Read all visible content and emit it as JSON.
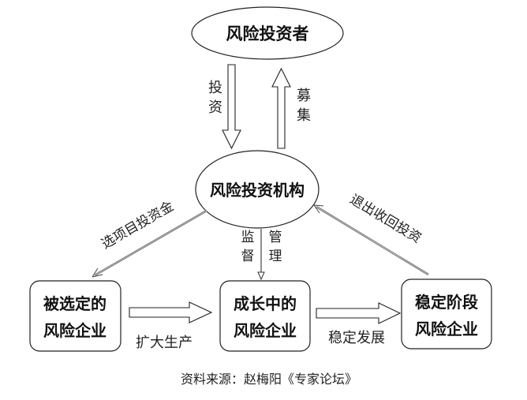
{
  "diagram": {
    "nodes": {
      "investor": "风险投资者",
      "institution": "风险投资机构",
      "selected_enterprise": [
        "被选定的",
        "风险企业"
      ],
      "growing_enterprise": [
        "成长中的",
        "风险企业"
      ],
      "stable_enterprise": [
        "稳定阶段",
        "风险企业"
      ]
    },
    "edges": {
      "invest": [
        "投",
        "资"
      ],
      "raise": [
        "募",
        "集"
      ],
      "select_invest": "选项目投资金",
      "supervise": [
        "监",
        "督"
      ],
      "manage": [
        "管",
        "理"
      ],
      "exit": "退出收回投资",
      "expand": "扩大生产",
      "stable_dev": "稳定发展"
    },
    "caption": "资料来源：赵梅阳《专家论坛》"
  },
  "colors": {
    "stroke": "#222222",
    "diag_arrow": "#555555",
    "background": "#ffffff"
  }
}
